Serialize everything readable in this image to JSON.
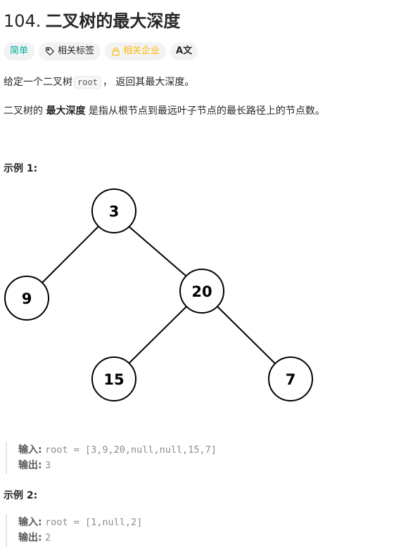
{
  "problem": {
    "number": "104.",
    "title": "二叉树的最大深度"
  },
  "tags": {
    "difficulty": "简单",
    "topics": "相关标签",
    "companies": "相关企业",
    "lang_icon_text": "A文",
    "colors": {
      "easy": "#00af9b",
      "company": "#ffb800"
    },
    "icons": {
      "topics": "tag-icon",
      "companies": "lock-icon",
      "lang": "translate-icon"
    }
  },
  "description": {
    "p1_before": "给定一个二叉树",
    "p1_code": "root",
    "p1_after": "， 返回其最大深度。",
    "p2_before": "二叉树的",
    "p2_bold": "最大深度",
    "p2_after": "是指从根节点到最远叶子节点的最长路径上的节点数。"
  },
  "examples": [
    {
      "title": "示例 1:",
      "input_label": "输入:",
      "input_value": "root = [3,9,20,null,null,15,7]",
      "output_label": "输出:",
      "output_value": "3"
    },
    {
      "title": "示例 2:",
      "input_label": "输入:",
      "input_value": "root = [1,null,2]",
      "output_label": "输出:",
      "output_value": "2"
    }
  ],
  "tree": {
    "nodes": [
      "3",
      "9",
      "20",
      "15",
      "7"
    ]
  }
}
